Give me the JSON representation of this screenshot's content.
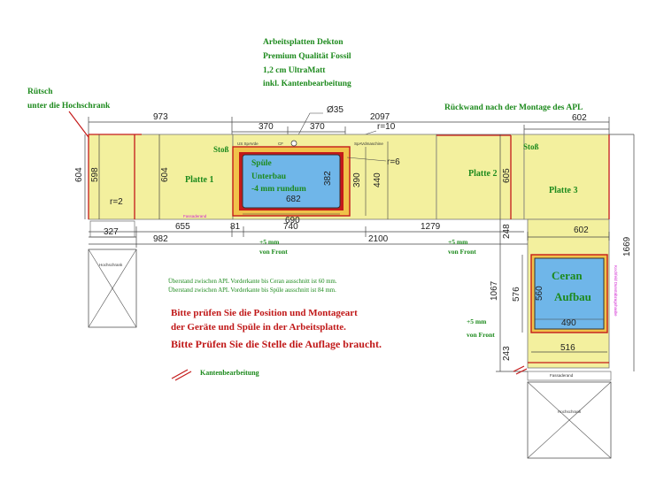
{
  "header": {
    "line1": "Arbeitsplatten Dekton",
    "line2": "Premium Qualität Fossil",
    "line3": "1,2 cm UltraMatt",
    "line4": "inkl. Kantenbearbeitung"
  },
  "notes": {
    "ruetsch1": "Rütsch",
    "ruetsch2": "unter die Hochschrank",
    "rueckwand": "Rückwand nach der Montage des APL",
    "stoss": "Stoß",
    "ueberstand_ceran": "Überstand zwischen APL Vorderkante bis Ceran ausschnitt ist 60 mm.",
    "ueberstand_spuele": "Überstand zwischen APL Vorderkante bis Spüle ausschnitt ist 84 mm.",
    "pruefen1": "Bitte prüfen Sie die Position und Montageart",
    "pruefen2": "der Geräte und Spüle in der Arbeitsplatte.",
    "pruefen3": "Bitte Prüfen Sie die Stelle die Auflage braucht.",
    "legend_kante": "Kantenbearbeitung",
    "plus5": "+5 mm",
    "von_front": "von Front"
  },
  "plates": {
    "platte1": "Platte 1",
    "platte2": "Platte 2",
    "platte3": "Platte 3"
  },
  "sink": {
    "line1": "Spüle",
    "line2": "Unterbau",
    "line3": "-4 mm rundum",
    "width": "682",
    "height": "382",
    "outer_w": "690",
    "outer_h": "390",
    "us_label": "US SpAVde",
    "cf_label": "CF",
    "spuel_label": "SpAVdmaschine"
  },
  "ceran": {
    "line1": "Ceran",
    "line2": "Aufbau",
    "width": "490",
    "height": "560",
    "side_label": "Kochfeld Dunstabzugshaube"
  },
  "dims": {
    "d973": "973",
    "d370a": "370",
    "d370b": "370",
    "d2097": "2097",
    "d35": "Ø35",
    "r10": "r=10",
    "r6": "r=6",
    "r2": "r=2",
    "d440": "440",
    "d604a": "604",
    "d598": "598",
    "d604b": "604",
    "d605": "605",
    "d602a": "602",
    "d602b": "602",
    "d655": "655",
    "d81": "81",
    "d740": "740",
    "d1279": "1279",
    "d248": "248",
    "d327": "327",
    "d982": "982",
    "d2100": "2100",
    "d1067": "1067",
    "d576": "576",
    "d243": "243",
    "d516": "516",
    "d1669": "1669"
  },
  "cabinets": {
    "hochschrank": "Hochschrank",
    "fassaderand": "Fassaderand"
  },
  "colors": {
    "plate_fill": "#f3f09e",
    "sink_blue": "#6fb6e9",
    "cut_red": "#c41a1a",
    "text_green": "#1d8a1d"
  }
}
